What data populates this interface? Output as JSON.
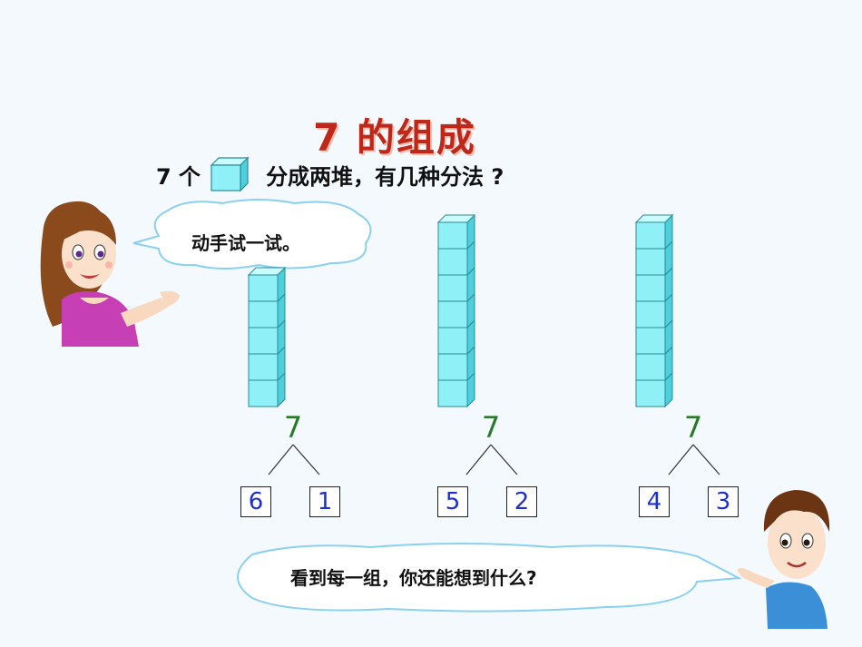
{
  "slide": {
    "title": "7 的组成",
    "question": {
      "prefix": "7 个",
      "cube_icon": "cube-icon",
      "suffix": "分成两堆，有几种分法 ?"
    },
    "teacher_bubble": "动手试一试。",
    "student_bubble": "看到每一组，你还能想到什么?",
    "groups": [
      {
        "total": "7",
        "left": "6",
        "right": "1"
      },
      {
        "total": "7",
        "left": "5",
        "right": "2"
      },
      {
        "total": "7",
        "left": "4",
        "right": "3"
      }
    ],
    "colors": {
      "title": "#c0271b",
      "total_number": "#267a26",
      "part_number": "#1c2fd0",
      "cube_face": "#8ff0f7",
      "cube_top": "#c9fbff",
      "cube_side": "#4fcfdc"
    }
  }
}
